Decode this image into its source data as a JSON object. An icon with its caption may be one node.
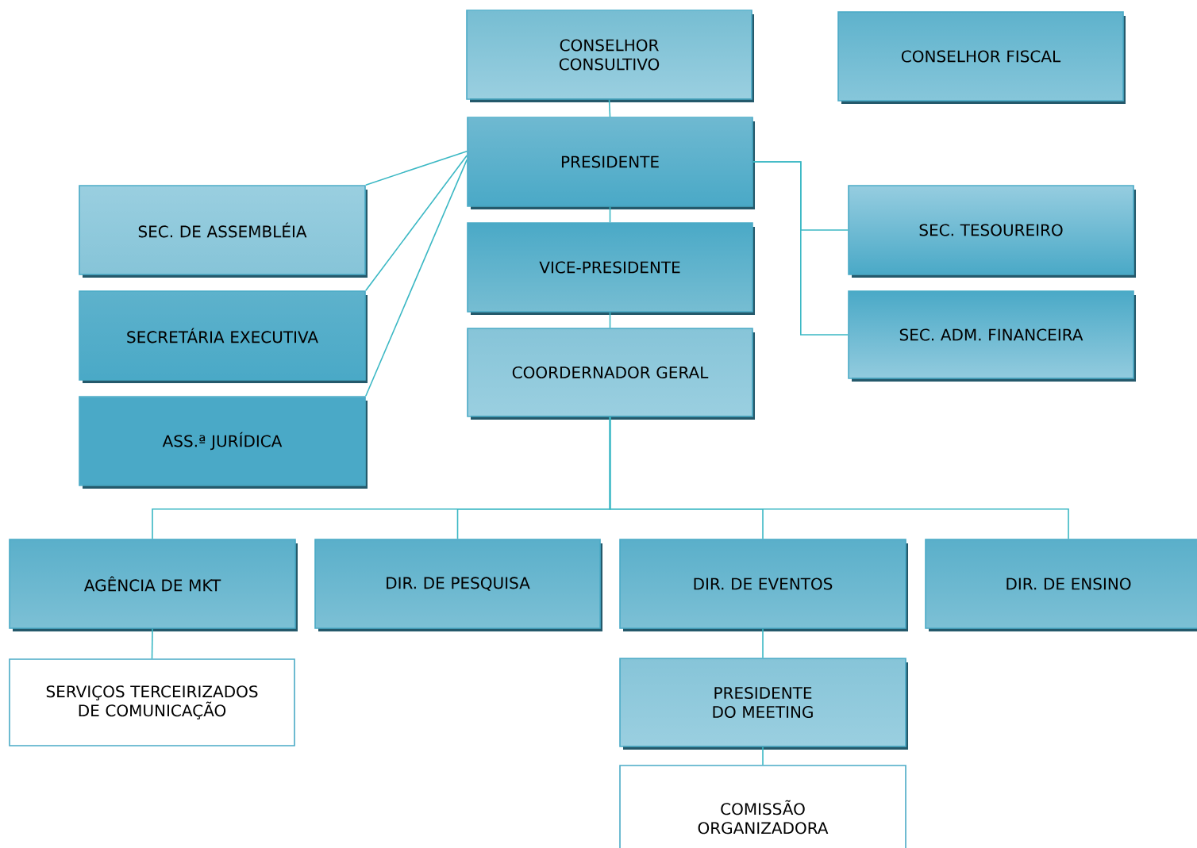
{
  "diagram": {
    "nodes": [
      {
        "text": [
          "CONSELHOR CONSULTIVO"
        ]
      },
      {
        "text": [
          "CONSELHOR FISCAL"
        ]
      },
      {
        "text": [
          "PRESIDENTE"
        ]
      },
      {
        "text": [
          "SEC. DE ASSEMBLÉIA"
        ]
      },
      {
        "text": [
          "SEC. TESOUREIRO"
        ]
      },
      {
        "text": [
          "SECRETÁRIA EXECUTIVA"
        ]
      },
      {
        "text": [
          "VICE-PRESIDENTE"
        ]
      },
      {
        "text": [
          "SEC. ADM. FINANCEIRA"
        ]
      },
      {
        "text": [
          "COORDERNADOR GERAL"
        ]
      },
      {
        "text": [
          "ASS.ª JURÍDICA"
        ]
      },
      {
        "text": [
          "AGÊNCIA DE MKT"
        ]
      },
      {
        "text": [
          "DIR. DE PESQUISA"
        ]
      },
      {
        "text": [
          "DIR. DE EVENTOS"
        ]
      },
      {
        "text": [
          "DIR. DE ENSINO"
        ]
      },
      {
        "text": [
          "SERVIÇOS TERCEIRIZADOS DE COMUNICAÇÃO"
        ]
      },
      {
        "text": [
          "PRESIDENTE DO MEETING"
        ]
      },
      {
        "text": [
          "COMISSÃO ORGANIZADORA"
        ]
      }
    ],
    "edges": [
      {
        "from": 0,
        "to": 2,
        "arrow": "none"
      },
      {
        "from": 2,
        "to": 6,
        "arrow": "none"
      },
      {
        "from": 6,
        "to": 8,
        "arrow": "none"
      },
      {
        "from": 2,
        "to": 3,
        "arrow": "none"
      },
      {
        "from": 2,
        "to": 5,
        "arrow": "none"
      },
      {
        "from": 2,
        "to": 9,
        "arrow": "none"
      },
      {
        "from": 2,
        "to": 4,
        "arrow": "none"
      },
      {
        "from": 2,
        "to": 7,
        "arrow": "none"
      },
      {
        "from": 8,
        "to": 10,
        "arrow": "none"
      },
      {
        "from": 8,
        "to": 11,
        "arrow": "none"
      },
      {
        "from": 8,
        "to": 12,
        "arrow": "none"
      },
      {
        "from": 8,
        "to": 13,
        "arrow": "none"
      },
      {
        "from": 10,
        "to": 14,
        "arrow": "none"
      },
      {
        "from": 12,
        "to": 15,
        "arrow": "none"
      },
      {
        "from": 15,
        "to": 16,
        "arrow": "none"
      }
    ]
  }
}
